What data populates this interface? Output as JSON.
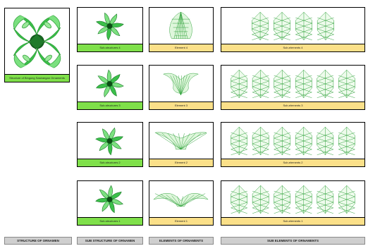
{
  "colors": {
    "green_caption": "#7fe04a",
    "yellow_caption": "#fbe089",
    "ornament_stroke": "#2fa13a",
    "footer_bg": "#cfcfcf"
  },
  "structure": {
    "caption": "Structure of Bingong Sasirangan Ornaments"
  },
  "rows": [
    {
      "substructure": "Sub-structures 4",
      "element": "Element 4",
      "subelements": "Sub-elements 4",
      "subelement_count": 4
    },
    {
      "substructure": "Sub-structures 3",
      "element": "Element 3",
      "subelements": "Sub-elements 3",
      "subelement_count": 6
    },
    {
      "substructure": "Sub-structures 2",
      "element": "Element 2",
      "subelements": "Sub-elements 2",
      "subelement_count": 6
    },
    {
      "substructure": "Sub-structures 1",
      "element": "Element 1",
      "subelements": "Sub-elements 1",
      "subelement_count": 6
    }
  ],
  "footer": {
    "structure": "STRUCTURE OF ORNAMEN",
    "substructure": "SUB STRUCTURE OF ORNAMEN",
    "elements": "ELEMENTS OF ORNAMENTS",
    "subelements": "SUB ELEMENTS OF ORNAMENTS"
  }
}
